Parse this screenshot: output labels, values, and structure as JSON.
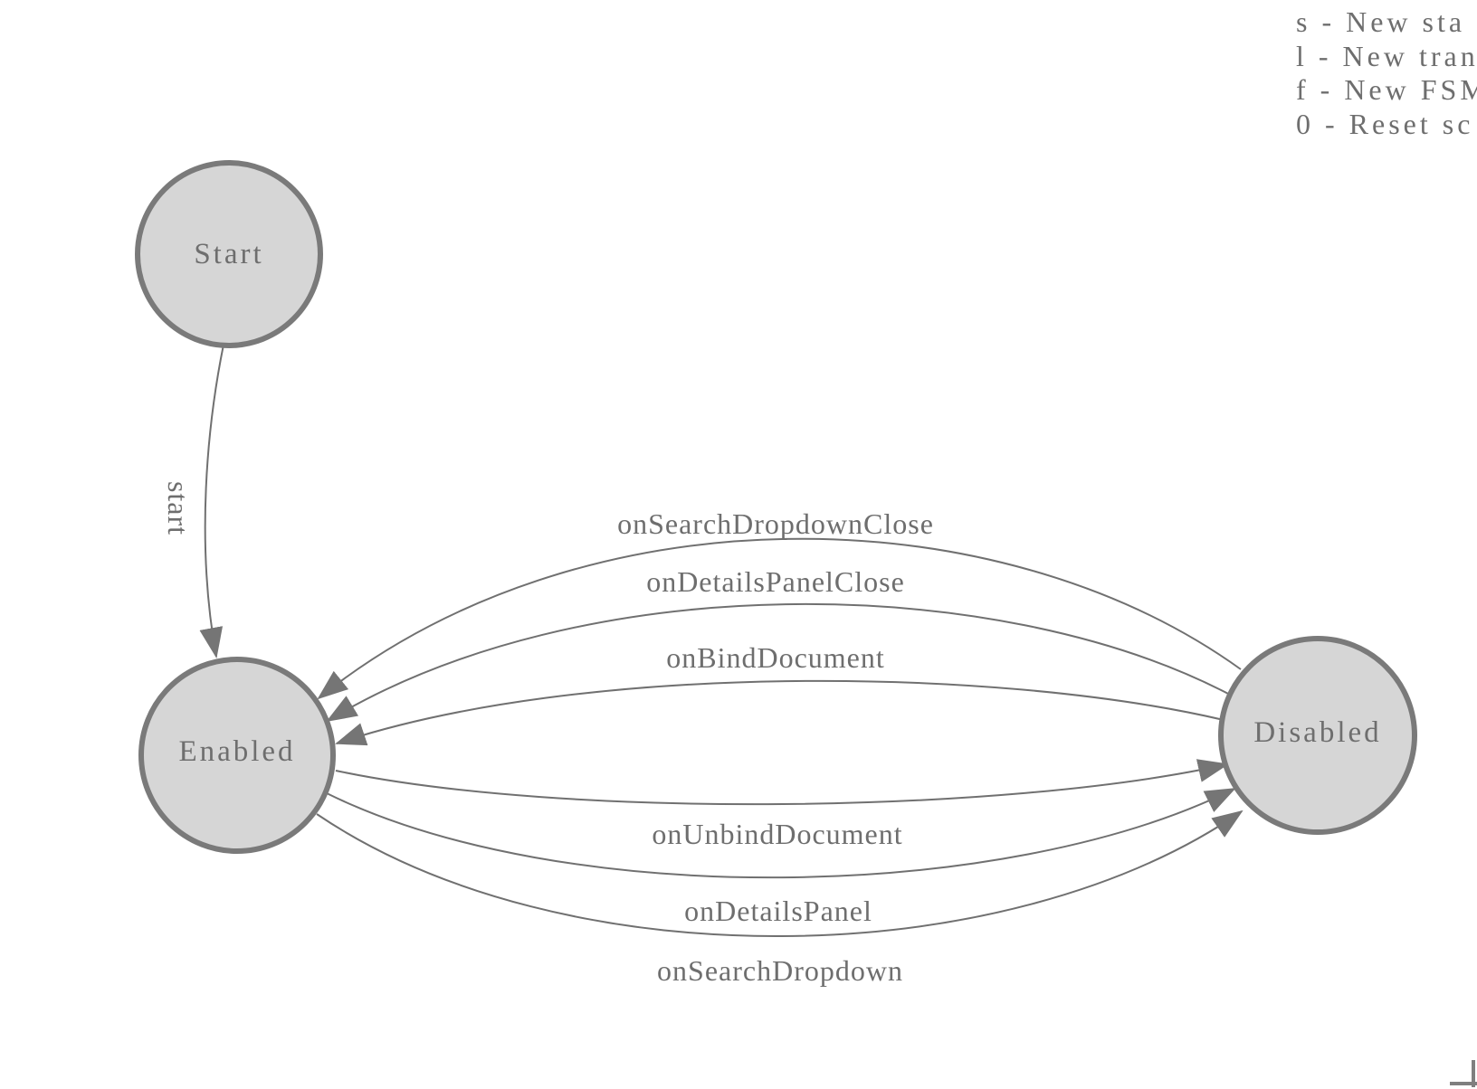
{
  "colors": {
    "background": "#ffffff",
    "node_fill": "#d6d6d6",
    "node_border": "#7a7a7a",
    "edge": "#707070",
    "arrow": "#757575",
    "text": "#6e6e6e",
    "bounds": "#7f7f7f"
  },
  "legend": {
    "lines": [
      "s - New sta",
      "l - New tran",
      "f - New FSM",
      "0 - Reset sc"
    ]
  },
  "diagram": {
    "nodes": [
      {
        "id": "start",
        "label": "Start"
      },
      {
        "id": "enabled",
        "label": "Enabled"
      },
      {
        "id": "disabled",
        "label": "Disabled"
      }
    ],
    "edges": [
      {
        "from": "Start",
        "to": "Enabled",
        "label": "start"
      },
      {
        "from": "Disabled",
        "to": "Enabled",
        "label": "onSearchDropdownClose"
      },
      {
        "from": "Disabled",
        "to": "Enabled",
        "label": "onDetailsPanelClose"
      },
      {
        "from": "Disabled",
        "to": "Enabled",
        "label": "onBindDocument"
      },
      {
        "from": "Enabled",
        "to": "Disabled",
        "label": "onUnbindDocument"
      },
      {
        "from": "Enabled",
        "to": "Disabled",
        "label": "onDetailsPanel"
      },
      {
        "from": "Enabled",
        "to": "Disabled",
        "label": "onSearchDropdown"
      }
    ]
  }
}
